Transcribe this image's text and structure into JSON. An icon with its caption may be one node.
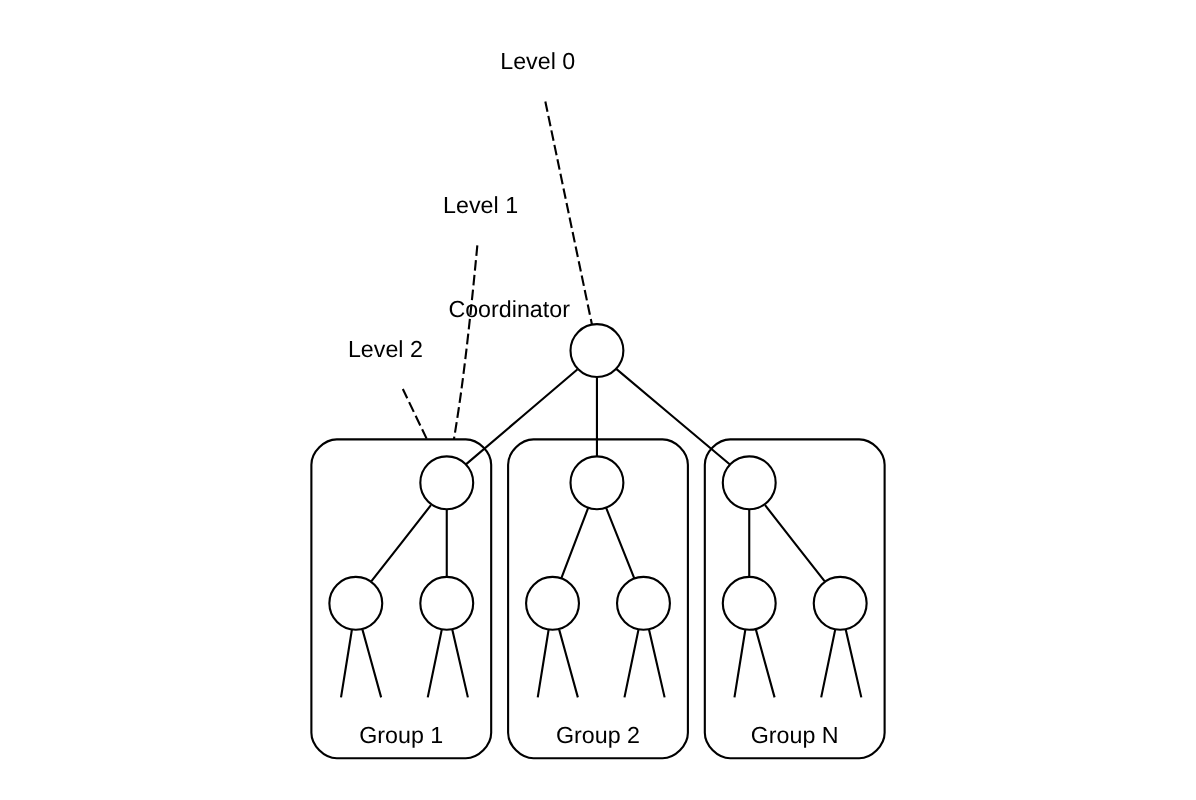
{
  "diagram": {
    "nodes": [
      {
        "text": [
          "Level 0"
        ]
      },
      {
        "text": [
          "Level 1"
        ]
      },
      {
        "text": [
          "Level 2"
        ]
      },
      {
        "text": [],
        "shape": "circle",
        "beside": [
          "Coordinator"
        ]
      },
      {
        "text": [
          "Group 1"
        ]
      },
      {
        "text": [],
        "shape": "circle",
        "in": 4
      },
      {
        "text": [],
        "shape": "circle",
        "in": 4
      },
      {
        "text": [],
        "shape": "circle",
        "in": 4
      },
      {
        "text": [
          "Group 2"
        ]
      },
      {
        "text": [],
        "shape": "circle",
        "in": 8
      },
      {
        "text": [],
        "shape": "circle",
        "in": 8
      },
      {
        "text": [],
        "shape": "circle",
        "in": 8
      },
      {
        "text": [
          "Group N"
        ]
      },
      {
        "text": [],
        "shape": "circle",
        "in": 12
      },
      {
        "text": [],
        "shape": "circle",
        "in": 12
      },
      {
        "text": [],
        "shape": "circle",
        "in": 12
      }
    ],
    "edges": [
      {
        "from": 0,
        "to": 3,
        "arrow": "none",
        "style": "dashed"
      },
      {
        "from": 1,
        "to": 4,
        "arrow": "none",
        "style": "dashed"
      },
      {
        "from": 2,
        "to": 4,
        "arrow": "none",
        "style": "dashed"
      },
      {
        "from": 3,
        "to": 5,
        "arrow": "none"
      },
      {
        "from": 3,
        "to": 9,
        "arrow": "none"
      },
      {
        "from": 3,
        "to": 13,
        "arrow": "none"
      },
      {
        "from": 5,
        "to": 6,
        "arrow": "none"
      },
      {
        "from": 5,
        "to": 7,
        "arrow": "none"
      },
      {
        "from": 9,
        "to": 10,
        "arrow": "none"
      },
      {
        "from": 9,
        "to": 11,
        "arrow": "none"
      },
      {
        "from": 13,
        "to": 14,
        "arrow": "none"
      },
      {
        "from": 13,
        "to": 15,
        "arrow": "none"
      },
      {
        "from": 6,
        "to": null,
        "arrow": "none"
      },
      {
        "from": 6,
        "to": null,
        "arrow": "none"
      },
      {
        "from": 7,
        "to": null,
        "arrow": "none"
      },
      {
        "from": 7,
        "to": null,
        "arrow": "none"
      },
      {
        "from": 10,
        "to": null,
        "arrow": "none"
      },
      {
        "from": 10,
        "to": null,
        "arrow": "none"
      },
      {
        "from": 11,
        "to": null,
        "arrow": "none"
      },
      {
        "from": 11,
        "to": null,
        "arrow": "none"
      },
      {
        "from": 14,
        "to": null,
        "arrow": "none"
      },
      {
        "from": 14,
        "to": null,
        "arrow": "none"
      },
      {
        "from": 15,
        "to": null,
        "arrow": "none"
      },
      {
        "from": 15,
        "to": null,
        "arrow": "none"
      }
    ]
  }
}
